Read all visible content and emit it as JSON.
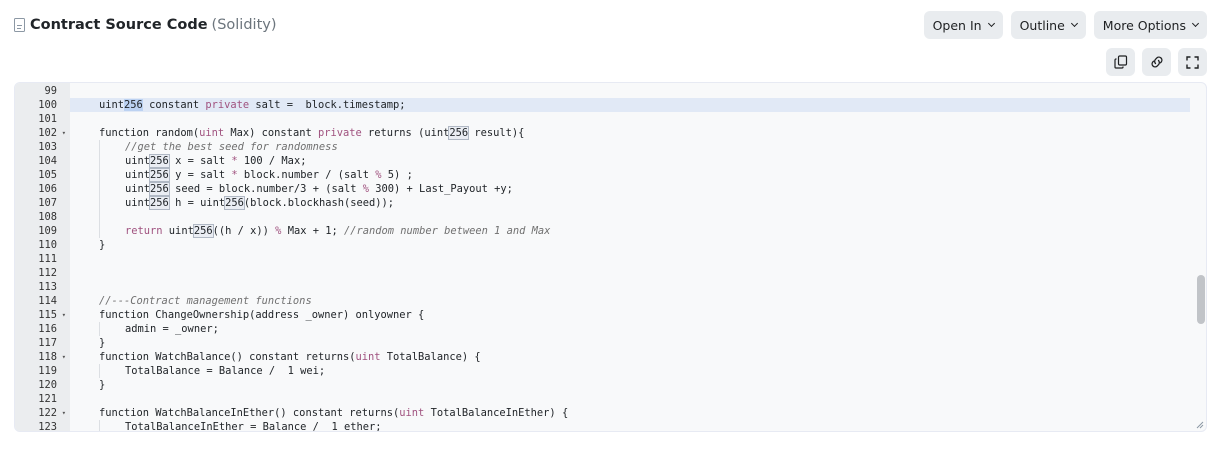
{
  "header": {
    "title": "Contract Source Code",
    "subtitle": "(Solidity)"
  },
  "toolbar": {
    "open_in": "Open In",
    "outline": "Outline",
    "more_options": "More Options"
  },
  "icons": {
    "copy": "copy-icon",
    "link": "link-icon",
    "fullscreen": "fullscreen-icon"
  },
  "colors": {
    "highlight_line": "#e1e9f6",
    "selection": "#bcd2f2",
    "type_keyword": "#a0527f",
    "comment": "#707070"
  },
  "editor": {
    "highlighted_line": "100",
    "lines": [
      {
        "n": "99",
        "fold": false,
        "segs": []
      },
      {
        "n": "100",
        "fold": false,
        "hl": true,
        "segs": [
          {
            "t": "uint"
          },
          {
            "t": "256",
            "c": "sel"
          },
          {
            "t": " constant "
          },
          {
            "t": "private",
            "c": "ty"
          },
          {
            "t": " salt =  block.timestamp;"
          }
        ]
      },
      {
        "n": "101",
        "fold": false,
        "segs": []
      },
      {
        "n": "102",
        "fold": true,
        "segs": [
          {
            "t": "function random("
          },
          {
            "t": "uint",
            "c": "ty"
          },
          {
            "t": " Max) constant "
          },
          {
            "t": "private",
            "c": "ty"
          },
          {
            "t": " returns (uint"
          },
          {
            "t": "256",
            "c": "mark"
          },
          {
            "t": " result){"
          }
        ]
      },
      {
        "n": "103",
        "fold": false,
        "indent": 1,
        "segs": [
          {
            "t": "//get the best seed for randomness",
            "c": "cm"
          }
        ]
      },
      {
        "n": "104",
        "fold": false,
        "indent": 1,
        "segs": [
          {
            "t": "uint"
          },
          {
            "t": "256",
            "c": "mark"
          },
          {
            "t": " x = salt "
          },
          {
            "t": "*",
            "c": "ty"
          },
          {
            "t": " 100 / Max;"
          }
        ]
      },
      {
        "n": "105",
        "fold": false,
        "indent": 1,
        "segs": [
          {
            "t": "uint"
          },
          {
            "t": "256",
            "c": "mark"
          },
          {
            "t": " y = salt "
          },
          {
            "t": "*",
            "c": "ty"
          },
          {
            "t": " block.number / (salt "
          },
          {
            "t": "%",
            "c": "ty"
          },
          {
            "t": " 5) ;"
          }
        ]
      },
      {
        "n": "106",
        "fold": false,
        "indent": 1,
        "segs": [
          {
            "t": "uint"
          },
          {
            "t": "256",
            "c": "mark"
          },
          {
            "t": " seed = block.number/3 + (salt "
          },
          {
            "t": "%",
            "c": "ty"
          },
          {
            "t": " 300) + Last_Payout +y;"
          }
        ]
      },
      {
        "n": "107",
        "fold": false,
        "indent": 1,
        "segs": [
          {
            "t": "uint"
          },
          {
            "t": "256",
            "c": "mark"
          },
          {
            "t": " h = uint"
          },
          {
            "t": "256",
            "c": "mark"
          },
          {
            "t": "(block.blockhash(seed));"
          }
        ]
      },
      {
        "n": "108",
        "fold": false,
        "indent": 1,
        "segs": []
      },
      {
        "n": "109",
        "fold": false,
        "indent": 1,
        "segs": [
          {
            "t": "return",
            "c": "ty"
          },
          {
            "t": " uint"
          },
          {
            "t": "256",
            "c": "mark"
          },
          {
            "t": "((h / x)) "
          },
          {
            "t": "%",
            "c": "ty"
          },
          {
            "t": " Max + 1; "
          },
          {
            "t": "//random number between 1 and Max",
            "c": "cm"
          }
        ]
      },
      {
        "n": "110",
        "fold": false,
        "segs": [
          {
            "t": "}"
          }
        ]
      },
      {
        "n": "111",
        "fold": false,
        "segs": []
      },
      {
        "n": "112",
        "fold": false,
        "segs": []
      },
      {
        "n": "113",
        "fold": false,
        "segs": []
      },
      {
        "n": "114",
        "fold": false,
        "segs": [
          {
            "t": "//---Contract management functions",
            "c": "cm"
          }
        ]
      },
      {
        "n": "115",
        "fold": true,
        "segs": [
          {
            "t": "function ChangeOwnership(address _owner) onlyowner {"
          }
        ]
      },
      {
        "n": "116",
        "fold": false,
        "indent": 1,
        "segs": [
          {
            "t": "admin = _owner;"
          }
        ]
      },
      {
        "n": "117",
        "fold": false,
        "segs": [
          {
            "t": "}"
          }
        ]
      },
      {
        "n": "118",
        "fold": true,
        "segs": [
          {
            "t": "function WatchBalance() constant returns("
          },
          {
            "t": "uint",
            "c": "ty"
          },
          {
            "t": " TotalBalance) {"
          }
        ]
      },
      {
        "n": "119",
        "fold": false,
        "indent": 1,
        "segs": [
          {
            "t": "TotalBalance = Balance /  1 wei;"
          }
        ]
      },
      {
        "n": "120",
        "fold": false,
        "segs": [
          {
            "t": "}"
          }
        ]
      },
      {
        "n": "121",
        "fold": false,
        "segs": []
      },
      {
        "n": "122",
        "fold": true,
        "segs": [
          {
            "t": "function WatchBalanceInEther() constant returns("
          },
          {
            "t": "uint",
            "c": "ty"
          },
          {
            "t": " TotalBalanceInEther) {"
          }
        ]
      },
      {
        "n": "123",
        "fold": false,
        "indent": 1,
        "segs": [
          {
            "t": "TotalBalanceInEther = Balance /  1 ether;"
          }
        ]
      }
    ]
  }
}
